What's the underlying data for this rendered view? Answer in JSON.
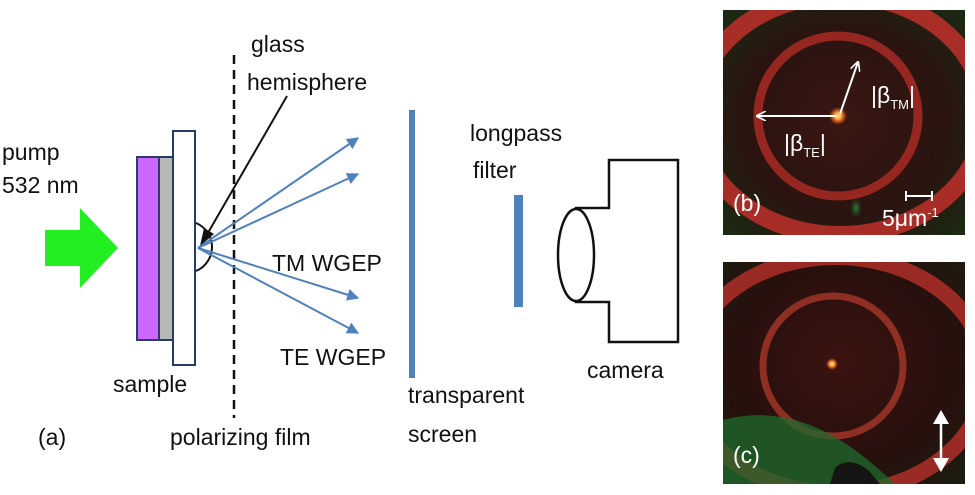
{
  "labels": {
    "pump": "pump",
    "wavelength": "532 nm",
    "sample": "sample",
    "glass": "glass",
    "hemisphere": "hemisphere",
    "tm": "TM WGEP",
    "te": "TE WGEP",
    "polarizing": "polarizing film",
    "transparent": "transparent",
    "screen": "screen",
    "longpass": "longpass",
    "filter": "filter",
    "camera": "camera",
    "panel_a": "(a)",
    "panel_b": "(b)",
    "panel_c": "(c)"
  },
  "panel_b": {
    "beta": "β",
    "beta_tm_sub": "TM",
    "beta_te_sub": "TE",
    "scale_value": "5",
    "scale_unit": "μm",
    "scale_exp": "-1"
  },
  "colors": {
    "pump_arrow": "#22ee22",
    "purple_layer": "#cc66ff",
    "gray_layer": "#b8b8b8",
    "beam": "#4f81bd",
    "ring": "#c0302a",
    "photo_bg": "#1a0f0d"
  }
}
